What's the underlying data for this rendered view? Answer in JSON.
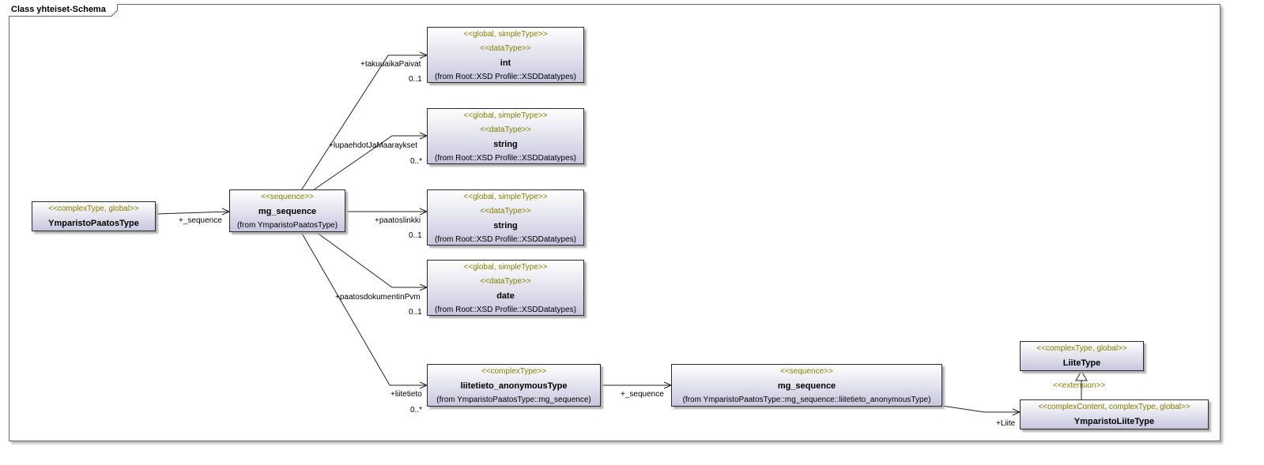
{
  "frame_title": "Class yhteiset-Schema",
  "nodes": {
    "ymparistopaatos": {
      "stereotype": "<<complexType, global>>",
      "name": "YmparistoPaatosType"
    },
    "mg_sequence": {
      "stereotype": "<<sequence>>",
      "name": "mg_sequence",
      "from": "(from YmparistoPaatosType)"
    },
    "int": {
      "stereotype": "<<global, simpleType>>",
      "stereotype2": "<<dataType>>",
      "name": "int",
      "from": "(from Root::XSD Profile::XSDDatatypes)"
    },
    "string1": {
      "stereotype": "<<global, simpleType>>",
      "stereotype2": "<<dataType>>",
      "name": "string",
      "from": "(from Root::XSD Profile::XSDDatatypes)"
    },
    "string2": {
      "stereotype": "<<global, simpleType>>",
      "stereotype2": "<<dataType>>",
      "name": "string",
      "from": "(from Root::XSD Profile::XSDDatatypes)"
    },
    "date": {
      "stereotype": "<<global, simpleType>>",
      "stereotype2": "<<dataType>>",
      "name": "date",
      "from": "(from Root::XSD Profile::XSDDatatypes)"
    },
    "liitetieto": {
      "stereotype": "<<complexType>>",
      "name": "liitetieto_anonymousType",
      "from": "(from YmparistoPaatosType::mg_sequence)"
    },
    "mg_sequence2": {
      "stereotype": "<<sequence>>",
      "name": "mg_sequence",
      "from": "(from YmparistoPaatosType::mg_sequence::liitetieto_anonymousType)"
    },
    "liitetype": {
      "stereotype": "<<complexType, global>>",
      "name": "LiiteType"
    },
    "ymparistoliite": {
      "stereotype": "<<complexContent, complexType, global>>",
      "name": "YmparistoLiiteType"
    }
  },
  "edges": {
    "seq1": "+_sequence",
    "takuu": "+takuuaikaPaivat",
    "takuu_mult": "0..1",
    "lupa": "+lupaehdotJaMaaraykset",
    "lupa_mult": "0..*",
    "paatoslinkki": "+paatoslinkki",
    "paatoslinkki_mult": "0..1",
    "pvm": "+paatosdokumentinPvm",
    "pvm_mult": "0..1",
    "liitetieto": "+liitetieto",
    "liitetieto_mult": "0..*",
    "seq2": "+_sequence",
    "liite": "+Liite",
    "extension": "<<extension>>"
  }
}
